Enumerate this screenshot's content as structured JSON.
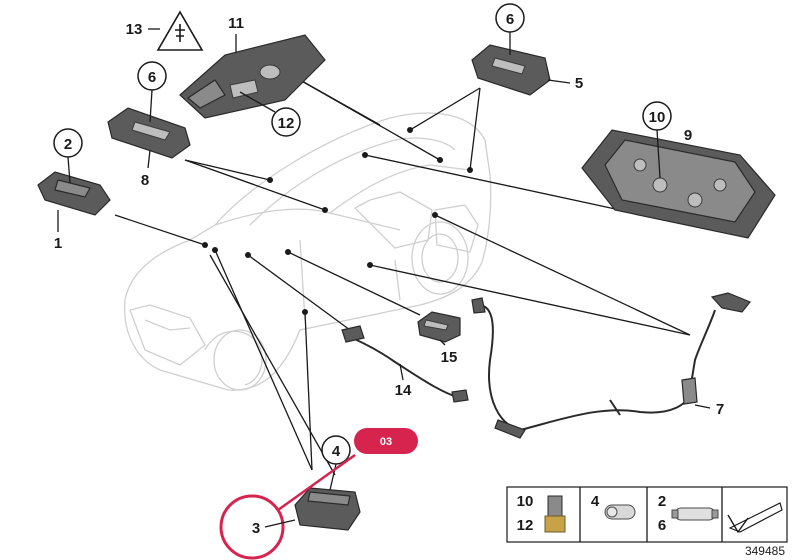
{
  "labels": {
    "n1": "1",
    "n2": "2",
    "n3": "3",
    "n4": "4",
    "n5": "5",
    "n6a": "6",
    "n6b": "6",
    "n7": "7",
    "n8": "8",
    "n9": "9",
    "n10": "10",
    "n11": "11",
    "n12": "12",
    "n13": "13",
    "n14": "14",
    "n15": "15"
  },
  "highlight": {
    "badge_text": "03",
    "color": "#d6244f"
  },
  "legend": {
    "cell1_top": "10",
    "cell1_bottom": "12",
    "cell2": "4",
    "cell3_top": "2",
    "cell3_bottom": "6"
  },
  "reference_number": "349485",
  "icons": {
    "warning": "electrical-warning-triangle-icon",
    "legend_arrow": "mounting-arrow-icon"
  }
}
